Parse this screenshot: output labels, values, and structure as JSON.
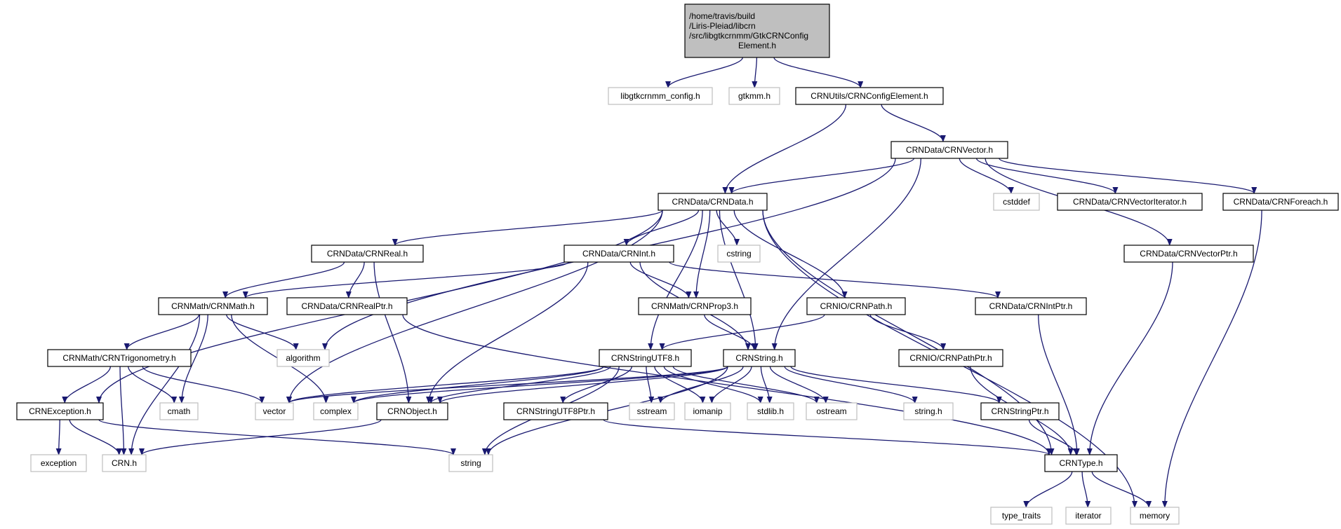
{
  "colors": {
    "edge": "#191970",
    "root_fill": "#bfbfbf",
    "documented_border": "#000000",
    "external_border": "#bfbfbf",
    "background": "#ffffff"
  },
  "nodes": [
    {
      "id": "root",
      "lines": [
        "/home/travis/build",
        "/Liris-Pleiad/libcrn",
        "/src/libgtkcrnmm/GtkCRNConfig",
        "Element.h"
      ],
      "kind": "root"
    },
    {
      "id": "libgtkcrnmm_config",
      "lines": [
        "libgtkcrnmm_config.h"
      ],
      "kind": "external"
    },
    {
      "id": "gtkmm",
      "lines": [
        "gtkmm.h"
      ],
      "kind": "external"
    },
    {
      "id": "configelement",
      "lines": [
        "CRNUtils/CRNConfigElement.h"
      ],
      "kind": "documented"
    },
    {
      "id": "vector_h",
      "lines": [
        "CRNData/CRNVector.h"
      ],
      "kind": "documented"
    },
    {
      "id": "data_h",
      "lines": [
        "CRNData/CRNData.h"
      ],
      "kind": "documented"
    },
    {
      "id": "cstddef",
      "lines": [
        "cstddef"
      ],
      "kind": "external"
    },
    {
      "id": "vectoriterator",
      "lines": [
        "CRNData/CRNVectorIterator.h"
      ],
      "kind": "documented"
    },
    {
      "id": "foreach",
      "lines": [
        "CRNData/CRNForeach.h"
      ],
      "kind": "documented"
    },
    {
      "id": "real_h",
      "lines": [
        "CRNData/CRNReal.h"
      ],
      "kind": "documented"
    },
    {
      "id": "int_h",
      "lines": [
        "CRNData/CRNInt.h"
      ],
      "kind": "documented"
    },
    {
      "id": "cstring",
      "lines": [
        "cstring"
      ],
      "kind": "external"
    },
    {
      "id": "vectorptr",
      "lines": [
        "CRNData/CRNVectorPtr.h"
      ],
      "kind": "documented"
    },
    {
      "id": "math_h",
      "lines": [
        "CRNMath/CRNMath.h"
      ],
      "kind": "documented"
    },
    {
      "id": "realptr",
      "lines": [
        "CRNData/CRNRealPtr.h"
      ],
      "kind": "documented"
    },
    {
      "id": "prop3",
      "lines": [
        "CRNMath/CRNProp3.h"
      ],
      "kind": "documented"
    },
    {
      "id": "path_h",
      "lines": [
        "CRNIO/CRNPath.h"
      ],
      "kind": "documented"
    },
    {
      "id": "intptr",
      "lines": [
        "CRNData/CRNIntPtr.h"
      ],
      "kind": "documented"
    },
    {
      "id": "algorithm",
      "lines": [
        "algorithm"
      ],
      "kind": "external"
    },
    {
      "id": "trig",
      "lines": [
        "CRNMath/CRNTrigonometry.h"
      ],
      "kind": "documented"
    },
    {
      "id": "utf8",
      "lines": [
        "CRNStringUTF8.h"
      ],
      "kind": "documented"
    },
    {
      "id": "string_crn",
      "lines": [
        "CRNString.h"
      ],
      "kind": "documented"
    },
    {
      "id": "pathptr",
      "lines": [
        "CRNIO/CRNPathPtr.h"
      ],
      "kind": "documented"
    },
    {
      "id": "exception_crn",
      "lines": [
        "CRNException.h"
      ],
      "kind": "documented"
    },
    {
      "id": "cmath",
      "lines": [
        "cmath"
      ],
      "kind": "external"
    },
    {
      "id": "vector_std",
      "lines": [
        "vector"
      ],
      "kind": "external"
    },
    {
      "id": "complex",
      "lines": [
        "complex"
      ],
      "kind": "external"
    },
    {
      "id": "object_h",
      "lines": [
        "CRNObject.h"
      ],
      "kind": "documented"
    },
    {
      "id": "utf8ptr",
      "lines": [
        "CRNStringUTF8Ptr.h"
      ],
      "kind": "documented"
    },
    {
      "id": "sstream",
      "lines": [
        "sstream"
      ],
      "kind": "external"
    },
    {
      "id": "iomanip",
      "lines": [
        "iomanip"
      ],
      "kind": "external"
    },
    {
      "id": "stdlib",
      "lines": [
        "stdlib.h"
      ],
      "kind": "external"
    },
    {
      "id": "ostream",
      "lines": [
        "ostream"
      ],
      "kind": "external"
    },
    {
      "id": "string_h",
      "lines": [
        "string.h"
      ],
      "kind": "external"
    },
    {
      "id": "stringptr",
      "lines": [
        "CRNStringPtr.h"
      ],
      "kind": "documented"
    },
    {
      "id": "exception_std",
      "lines": [
        "exception"
      ],
      "kind": "external"
    },
    {
      "id": "crn_h",
      "lines": [
        "CRN.h"
      ],
      "kind": "external"
    },
    {
      "id": "string_std",
      "lines": [
        "string"
      ],
      "kind": "external"
    },
    {
      "id": "type_h",
      "lines": [
        "CRNType.h"
      ],
      "kind": "documented"
    },
    {
      "id": "type_traits",
      "lines": [
        "type_traits"
      ],
      "kind": "external"
    },
    {
      "id": "iterator",
      "lines": [
        "iterator"
      ],
      "kind": "external"
    },
    {
      "id": "memory",
      "lines": [
        "memory"
      ],
      "kind": "external"
    }
  ],
  "edges": [
    [
      "root",
      "libgtkcrnmm_config"
    ],
    [
      "root",
      "gtkmm"
    ],
    [
      "root",
      "configelement"
    ],
    [
      "configelement",
      "data_h"
    ],
    [
      "configelement",
      "vector_h"
    ],
    [
      "vector_h",
      "data_h"
    ],
    [
      "vector_h",
      "cstddef"
    ],
    [
      "vector_h",
      "vectoriterator"
    ],
    [
      "vector_h",
      "foreach"
    ],
    [
      "vector_h",
      "vectorptr"
    ],
    [
      "vector_h",
      "string_crn"
    ],
    [
      "vector_h",
      "algorithm"
    ],
    [
      "data_h",
      "exception_crn"
    ],
    [
      "data_h",
      "real_h"
    ],
    [
      "data_h",
      "int_h"
    ],
    [
      "data_h",
      "cstring"
    ],
    [
      "data_h",
      "prop3"
    ],
    [
      "data_h",
      "path_h"
    ],
    [
      "data_h",
      "utf8"
    ],
    [
      "data_h",
      "string_crn"
    ],
    [
      "data_h",
      "memory"
    ],
    [
      "data_h",
      "vector_std"
    ],
    [
      "data_h",
      "type_h"
    ],
    [
      "foreach",
      "memory"
    ],
    [
      "vectorptr",
      "type_h"
    ],
    [
      "real_h",
      "math_h"
    ],
    [
      "real_h",
      "realptr"
    ],
    [
      "real_h",
      "object_h"
    ],
    [
      "int_h",
      "math_h"
    ],
    [
      "int_h",
      "prop3"
    ],
    [
      "int_h",
      "string_crn"
    ],
    [
      "int_h",
      "intptr"
    ],
    [
      "int_h",
      "object_h"
    ],
    [
      "math_h",
      "trig"
    ],
    [
      "math_h",
      "algorithm"
    ],
    [
      "math_h",
      "cmath"
    ],
    [
      "math_h",
      "complex"
    ],
    [
      "math_h",
      "crn_h"
    ],
    [
      "realptr",
      "type_h"
    ],
    [
      "prop3",
      "string_crn"
    ],
    [
      "path_h",
      "utf8"
    ],
    [
      "path_h",
      "pathptr"
    ],
    [
      "intptr",
      "type_h"
    ],
    [
      "pathptr",
      "type_h"
    ],
    [
      "trig",
      "exception_crn"
    ],
    [
      "trig",
      "cmath"
    ],
    [
      "trig",
      "vector_std"
    ],
    [
      "trig",
      "crn_h"
    ],
    [
      "utf8",
      "vector_std"
    ],
    [
      "utf8",
      "complex"
    ],
    [
      "utf8",
      "object_h"
    ],
    [
      "utf8",
      "utf8ptr"
    ],
    [
      "utf8",
      "sstream"
    ],
    [
      "utf8",
      "iomanip"
    ],
    [
      "utf8",
      "stdlib"
    ],
    [
      "utf8",
      "ostream"
    ],
    [
      "utf8",
      "string_std"
    ],
    [
      "string_crn",
      "vector_std"
    ],
    [
      "string_crn",
      "complex"
    ],
    [
      "string_crn",
      "object_h"
    ],
    [
      "string_crn",
      "sstream"
    ],
    [
      "string_crn",
      "iomanip"
    ],
    [
      "string_crn",
      "stdlib"
    ],
    [
      "string_crn",
      "ostream"
    ],
    [
      "string_crn",
      "string_h"
    ],
    [
      "string_crn",
      "stringptr"
    ],
    [
      "string_crn",
      "string_std"
    ],
    [
      "exception_crn",
      "exception_std"
    ],
    [
      "exception_crn",
      "crn_h"
    ],
    [
      "exception_crn",
      "string_std"
    ],
    [
      "object_h",
      "crn_h"
    ],
    [
      "utf8ptr",
      "type_h"
    ],
    [
      "stringptr",
      "type_h"
    ],
    [
      "type_h",
      "type_traits"
    ],
    [
      "type_h",
      "iterator"
    ],
    [
      "type_h",
      "memory"
    ]
  ]
}
